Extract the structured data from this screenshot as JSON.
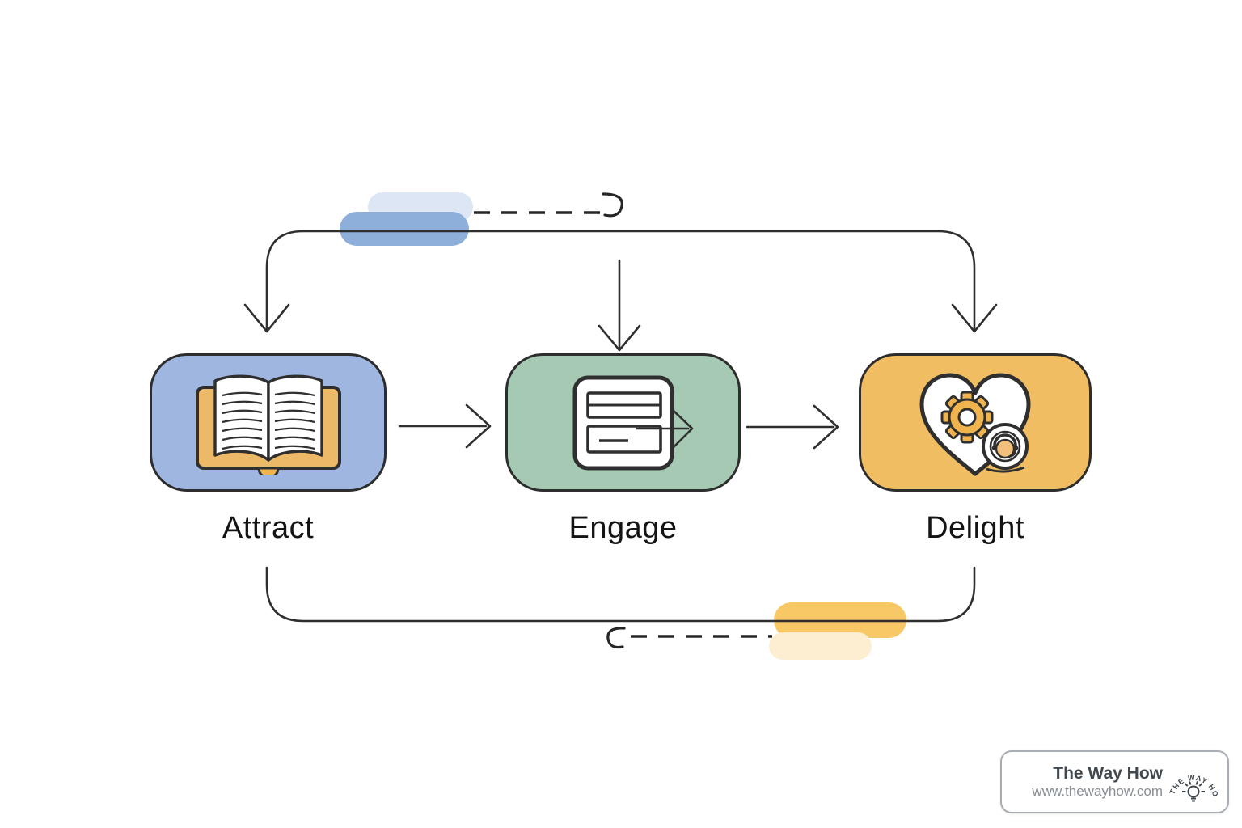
{
  "diagram": {
    "type": "flow",
    "stages": [
      {
        "id": "attract",
        "label": "Attract",
        "fill": "#9fb7e0",
        "icon": "open-book-icon"
      },
      {
        "id": "engage",
        "label": "Engage",
        "fill": "#a5c9b2",
        "icon": "form-document-icon"
      },
      {
        "id": "delight",
        "label": "Delight",
        "fill": "#f0bd62",
        "icon": "heart-gear-support-icon"
      }
    ],
    "connections": [
      {
        "from": "attract",
        "to": "engage",
        "style": "solid-arrow-right"
      },
      {
        "from": "engage",
        "to": "delight",
        "style": "solid-arrow-right"
      },
      {
        "from": "top-loop",
        "to": "attract-and-delight",
        "style": "solid-line-down-arrows"
      },
      {
        "from": "above",
        "to": "engage",
        "style": "solid-arrow-down"
      },
      {
        "from": "attract",
        "to": "delight",
        "style": "bottom-return-loop"
      }
    ],
    "accents": {
      "highlight_blue": "#8fafdb",
      "highlight_blue_light": "#dce6f5",
      "highlight_yellow": "#f8c766",
      "highlight_yellow_light": "#fdeed2",
      "line_color": "#2f2f2f"
    }
  },
  "watermark": {
    "title": "The Way How",
    "url": "www.thewayhow.com",
    "logo_arc_text": "THE WAY HOW"
  }
}
